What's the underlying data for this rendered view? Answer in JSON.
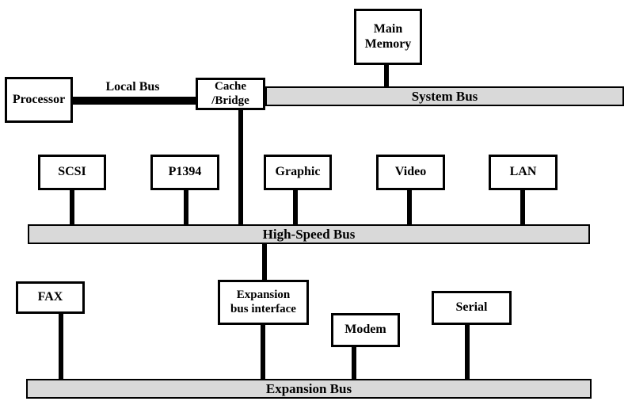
{
  "nodes": {
    "processor": {
      "label": "Processor"
    },
    "cache_bridge": {
      "line1": "Cache",
      "line2": "/Bridge"
    },
    "main_memory": {
      "line1": "Main",
      "line2": "Memory"
    },
    "scsi": {
      "label": "SCSI"
    },
    "p1394": {
      "label": "P1394"
    },
    "graphic": {
      "label": "Graphic"
    },
    "video": {
      "label": "Video"
    },
    "lan": {
      "label": "LAN"
    },
    "fax": {
      "label": "FAX"
    },
    "expansion_interface": {
      "line1": "Expansion",
      "line2": "bus interface"
    },
    "modem": {
      "label": "Modem"
    },
    "serial": {
      "label": "Serial"
    }
  },
  "buses": {
    "system": {
      "label": "System Bus"
    },
    "high_speed": {
      "label": "High-Speed Bus"
    },
    "expansion": {
      "label": "Expansion Bus"
    }
  },
  "links": {
    "local_bus": {
      "label": "Local Bus"
    }
  },
  "colors": {
    "bus_fill": "#d9d9d9",
    "line": "#000000",
    "box_fill": "#ffffff",
    "background": "#ffffff"
  }
}
